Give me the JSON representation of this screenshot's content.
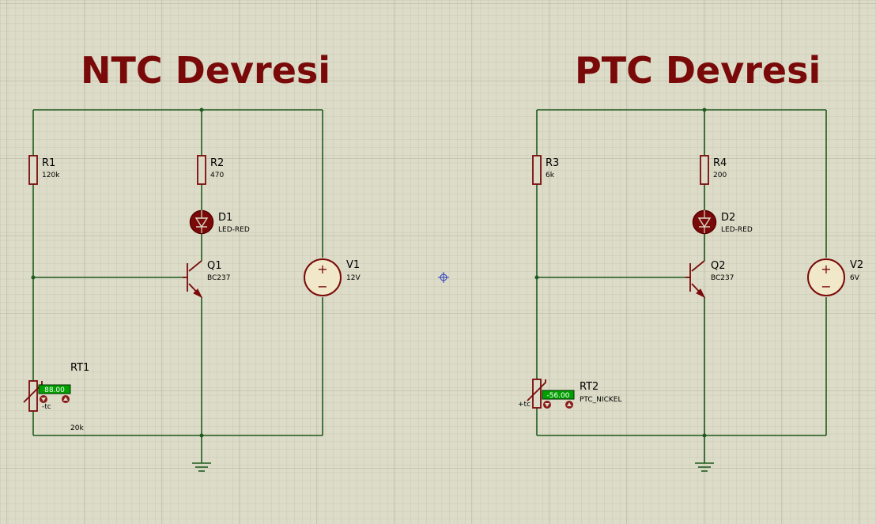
{
  "titles": {
    "ntc": "NTC Devresi",
    "ptc": "PTC Devresi"
  },
  "ntc": {
    "r1": {
      "name": "R1",
      "value": "120k"
    },
    "r2": {
      "name": "R2",
      "value": "470"
    },
    "d1": {
      "name": "D1",
      "value": "LED-RED"
    },
    "q1": {
      "name": "Q1",
      "value": "BC237"
    },
    "v1": {
      "name": "V1",
      "value": "12V"
    },
    "rt1": {
      "name": "RT1",
      "value": "20k",
      "reading": "88.00",
      "tc": "-tc"
    }
  },
  "ptc": {
    "r3": {
      "name": "R3",
      "value": "6k"
    },
    "r4": {
      "name": "R4",
      "value": "200"
    },
    "d2": {
      "name": "D2",
      "value": "LED-RED"
    },
    "q2": {
      "name": "Q2",
      "value": "BC237"
    },
    "v2": {
      "name": "V2",
      "value": "6V"
    },
    "rt2": {
      "name": "RT2",
      "value": "PTC_NICKEL",
      "reading": "-56.00",
      "tc": "+tc"
    }
  },
  "source_signs": {
    "plus": "+",
    "minus": "−"
  },
  "colors": {
    "wire": "#1e5a1e",
    "component": "#7a0a0a",
    "title": "#7a0a0a",
    "background": "#dcdcc8",
    "display": "#00a000",
    "probe": "#8b1a1a"
  }
}
